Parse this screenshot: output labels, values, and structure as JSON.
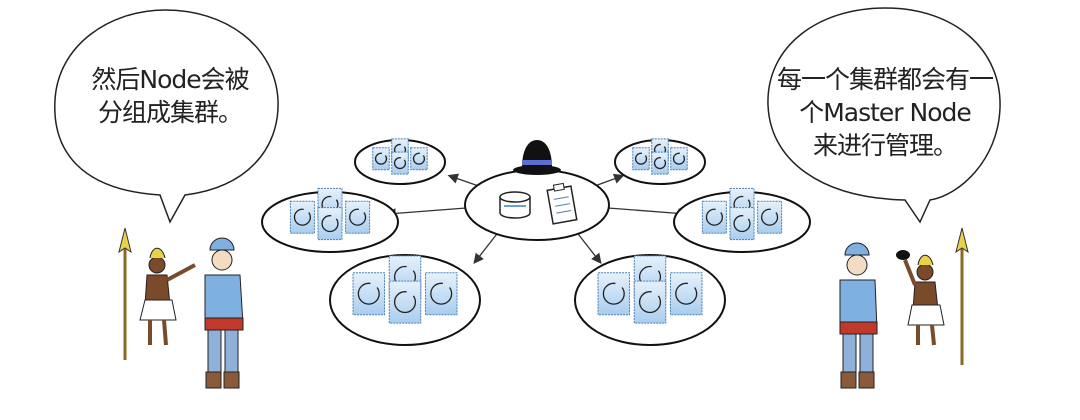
{
  "left_bubble": {
    "lines": [
      "然后Node会被",
      "分组成集群。"
    ]
  },
  "right_bubble": {
    "lines": [
      "每一个集群都会有一",
      "个Master Node",
      "来进行管理。"
    ]
  },
  "colors": {
    "node_fill": "#bcd8f2",
    "node_border": "#4a7fb5",
    "hat": "#111111",
    "hat_band": "#5a6fd0",
    "shirt": "#7fb1e0",
    "outline": "#111111"
  }
}
